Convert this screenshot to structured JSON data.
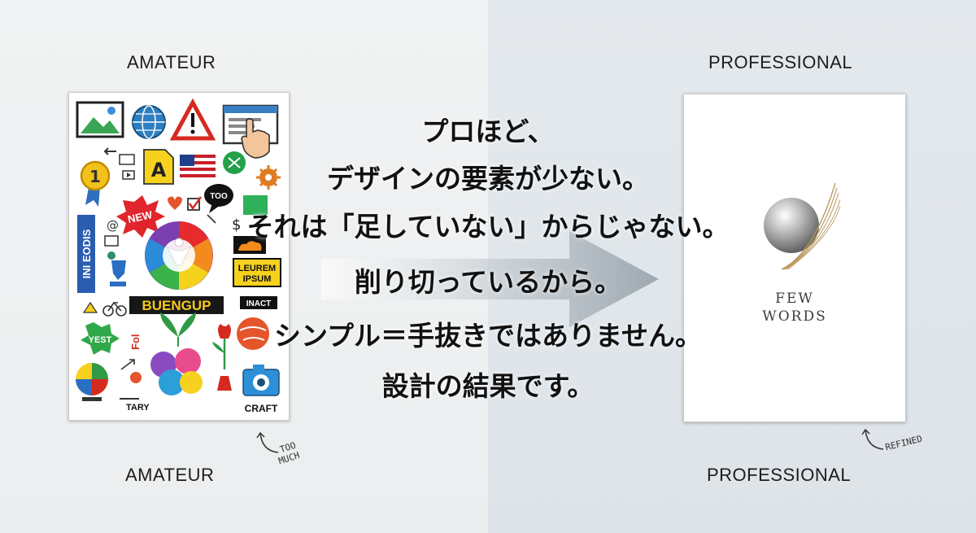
{
  "left": {
    "top_label": "AMATEUR",
    "bottom_label": "AMATEUR",
    "note": [
      "TOO",
      "MUCH"
    ],
    "poster_texts": {
      "new": "NEW",
      "too": "TOO",
      "vertical": "INI EODIS",
      "leurem": [
        "LEUREM",
        "IPSUM"
      ],
      "buen": "BUENGUP",
      "inact": "INACT",
      "yest": "YEST",
      "fol": "Fol",
      "craft": "CRAFT",
      "one": "1",
      "a": "A",
      "dollar": "$",
      "at": "@",
      "tary": "TARY"
    }
  },
  "right": {
    "top_label": "PROFESSIONAL",
    "bottom_label": "PROFESSIONAL",
    "note": "REFINED",
    "poster_text": [
      "FEW",
      "WORDS"
    ]
  },
  "headline": [
    "プロほど、",
    "デザインの要素が少ない。",
    "それは「足していない」からじゃない。",
    "削り切っているから。",
    "シンプル＝手抜きではありません。",
    "設計の結果です。"
  ]
}
